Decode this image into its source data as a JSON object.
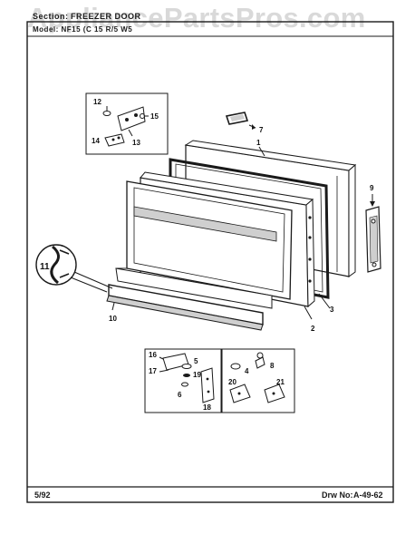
{
  "header": {
    "section_label": "Section:",
    "section_value": "FREEZER DOOR",
    "model_line": "Model: NF15 (C 15 R/5 W5"
  },
  "watermark": "AppliancePartsPros.com",
  "footer": {
    "date": "5/92",
    "drawing_label": "Drw No:",
    "drawing_number": "A-49-62"
  },
  "callouts": {
    "c1": "1",
    "c2": "2",
    "c3": "3",
    "c4": "4",
    "c5": "5",
    "c6": "6",
    "c7": "7",
    "c8": "8",
    "c9": "9",
    "c10": "10",
    "c11": "11",
    "c12": "12",
    "c13": "13",
    "c14": "14",
    "c15": "15",
    "c16": "16",
    "c17": "17",
    "c18": "18",
    "c19": "19",
    "c20": "20",
    "c21": "21"
  },
  "colors": {
    "ink": "#1a1a1a",
    "paper": "#ffffff",
    "shade": "#cfcfcf"
  }
}
